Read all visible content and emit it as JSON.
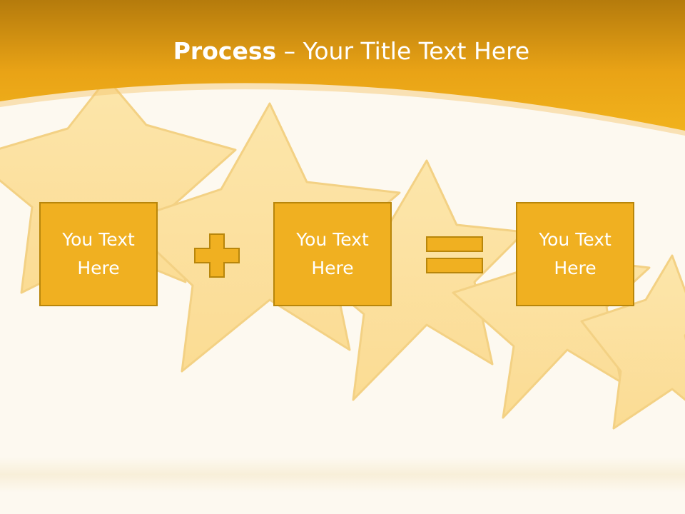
{
  "title": {
    "bold": "Process",
    "rest": " – Your Title Text Here"
  },
  "boxes": [
    {
      "text": "You Text Here"
    },
    {
      "text": "You Text Here"
    },
    {
      "text": "You Text Here"
    }
  ],
  "operators": {
    "plus": "plus-icon",
    "equals": "equals-icon"
  },
  "colors": {
    "header": "#eea81a",
    "box_fill": "#f0b021",
    "box_border": "#b8860b",
    "background": "#fdf9f0",
    "stars": "#fbdc8f"
  }
}
